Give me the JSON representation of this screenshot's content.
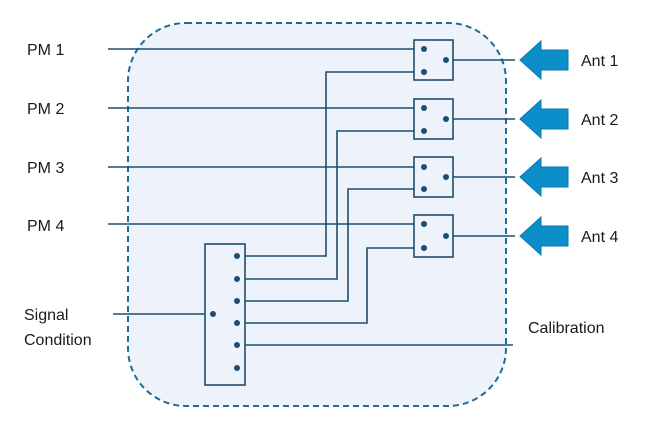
{
  "labels": {
    "pm1": "PM 1",
    "pm2": "PM 2",
    "pm3": "PM 3",
    "pm4": "PM 4",
    "signal_line1": "Signal",
    "signal_line2": "Condition",
    "ant1": "Ant 1",
    "ant2": "Ant 2",
    "ant3": "Ant 3",
    "ant4": "Ant 4",
    "calibration": "Calibration"
  },
  "colors": {
    "enclosure_fill": "#eef3fb",
    "enclosure_border": "#1b6d96",
    "wire": "#1f4e6e",
    "arrow": "#0b8ec9"
  }
}
